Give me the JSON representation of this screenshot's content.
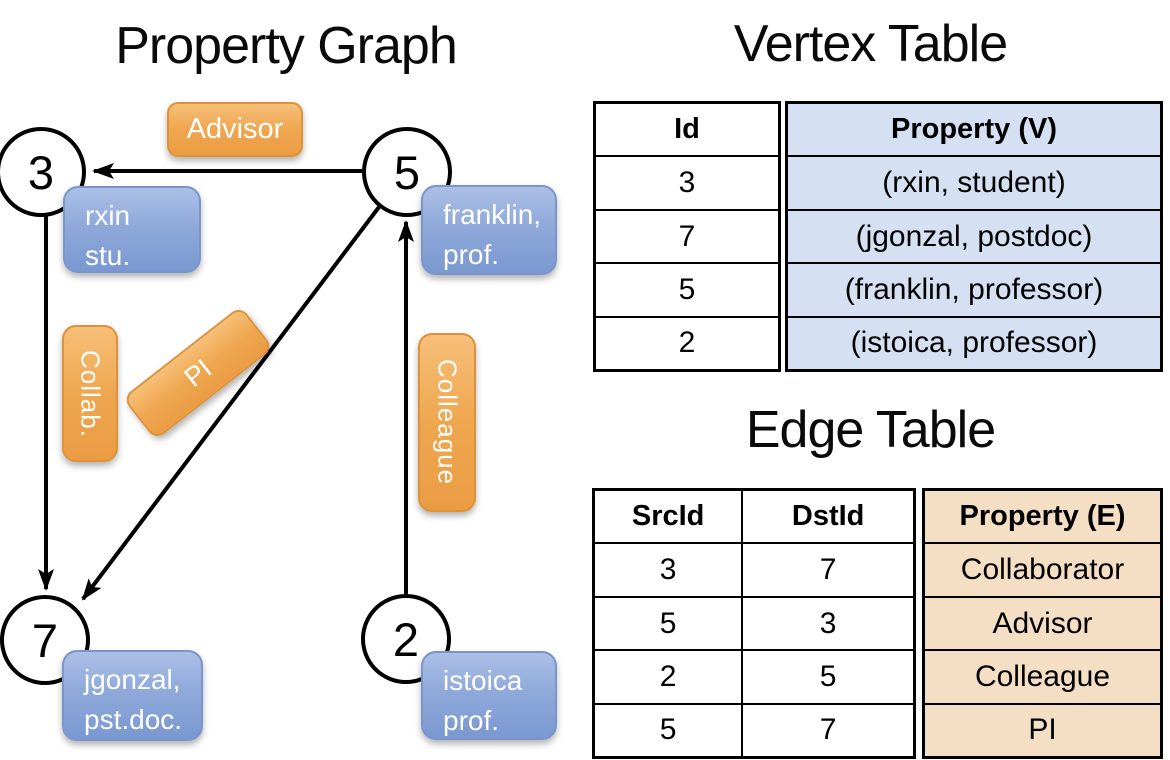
{
  "graph": {
    "title": "Property Graph",
    "nodes": [
      {
        "id": "3",
        "label_lines": [
          "rxin",
          "stu."
        ]
      },
      {
        "id": "5",
        "label_lines": [
          "franklin,",
          "prof."
        ]
      },
      {
        "id": "7",
        "label_lines": [
          "jgonzal,",
          "pst.doc."
        ]
      },
      {
        "id": "2",
        "label_lines": [
          "istoica",
          "prof."
        ]
      }
    ],
    "edge_labels": {
      "advisor": "Advisor",
      "collab": "Collab.",
      "pi": "PI",
      "colleague": "Colleague"
    }
  },
  "vertex_table": {
    "title": "Vertex Table",
    "columns": [
      "Id",
      "Property (V)"
    ],
    "rows": [
      {
        "id": "3",
        "property": "(rxin, student)"
      },
      {
        "id": "7",
        "property": "(jgonzal, postdoc)"
      },
      {
        "id": "5",
        "property": "(franklin, professor)"
      },
      {
        "id": "2",
        "property": "(istoica, professor)"
      }
    ]
  },
  "edge_table": {
    "title": "Edge Table",
    "columns": [
      "SrcId",
      "DstId",
      "Property (E)"
    ],
    "rows": [
      {
        "src": "3",
        "dst": "7",
        "property": "Collaborator"
      },
      {
        "src": "5",
        "dst": "3",
        "property": "Advisor"
      },
      {
        "src": "2",
        "dst": "5",
        "property": "Colleague"
      },
      {
        "src": "5",
        "dst": "7",
        "property": "PI"
      }
    ]
  },
  "colors": {
    "edge_label_fill": "#efa74f",
    "edge_label_border": "#dd9138",
    "vertex_label_fill": "#8fa9da",
    "vertex_label_border": "#7b94c9",
    "vertex_table_property_bg": "#d5e0f2",
    "edge_table_property_bg": "#f4dec4",
    "line_color": "#000000"
  }
}
